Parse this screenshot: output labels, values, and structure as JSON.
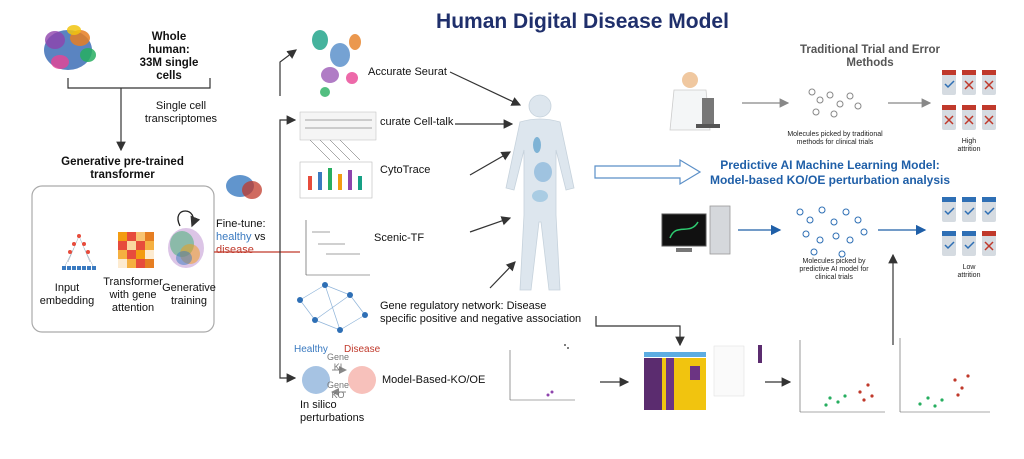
{
  "title": "Human Digital Disease Model",
  "left": {
    "whole_human": [
      "Whole",
      "human:",
      "33M single",
      "cells"
    ],
    "sc_transcriptomes": [
      "Single cell",
      "transcriptomes"
    ],
    "gpt": [
      "Generative pre-trained",
      "transformer"
    ],
    "input_embedding": [
      "Input",
      "embedding"
    ],
    "transformer": [
      "Transformer",
      "with gene",
      "attention"
    ],
    "generative_training": [
      "Generative",
      "training"
    ],
    "fine_tune": "Fine-tune:",
    "healthy": "healthy",
    "vs": "vs",
    "disease": "disease"
  },
  "tasks": {
    "seurat": "Accurate Seurat",
    "celltalk": "curate Cell-talk",
    "cytotrace": "CytoTrace",
    "scenic": "Scenic-TF",
    "grn": [
      "Gene regulatory network: Disease",
      "specific positive and negative association"
    ],
    "ko_healthy": "Healthy",
    "ko_disease": "Disease",
    "ko_ki": [
      "Gene",
      "KI"
    ],
    "ko_ko": [
      "Gene",
      "KO"
    ],
    "in_silico": [
      "In silico",
      "perturbations"
    ],
    "model_ko": "Model-Based-KO/OE"
  },
  "right": {
    "traditional": [
      "Traditional Trial and Error",
      "Methods"
    ],
    "trad_molecules": [
      "Molecules picked by traditional",
      "methods for clinical trials"
    ],
    "high_attrition": [
      "High",
      "attrition"
    ],
    "predictive": [
      "Predictive AI Machine Learning Model:",
      "Model-based KO/OE perturbation analysis"
    ],
    "ai_molecules": [
      "Molecules picked by",
      "predictive AI model for",
      "clinical trials"
    ],
    "low_attrition": [
      "Low",
      "attrition"
    ]
  },
  "colors": {
    "title": "#1f2f6b",
    "predictive": "#1f5fa8",
    "healthy": "#3a7ac0",
    "disease": "#c0392b",
    "arrow": "#333333",
    "blue_arrow": "#1f5fa8"
  }
}
